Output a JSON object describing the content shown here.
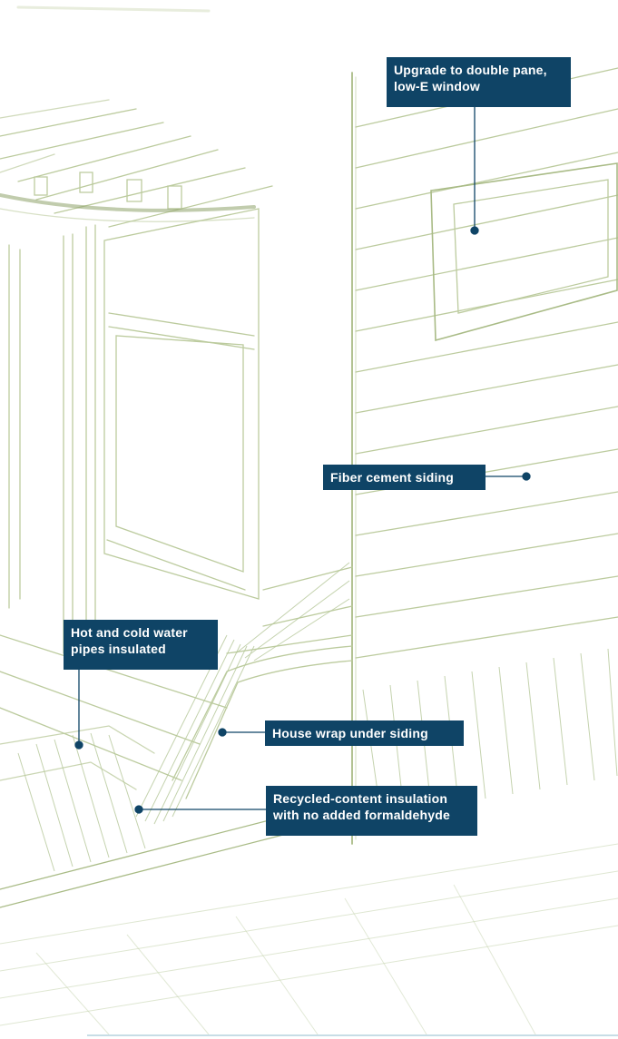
{
  "callouts": {
    "window": "Upgrade to double pane,\nlow-E window",
    "siding": "Fiber cement siding",
    "pipes": "Hot and cold water\npipes insulated",
    "wrap": "House wrap under siding",
    "insulation": "Recycled-content insulation\nwith no added formaldehyde"
  },
  "colors": {
    "label_bg": "#0f4466",
    "label_text": "#ffffff",
    "sketch": "#b9c99a",
    "sketch_dark": "#8ea36a",
    "leader": "#0f4466"
  }
}
